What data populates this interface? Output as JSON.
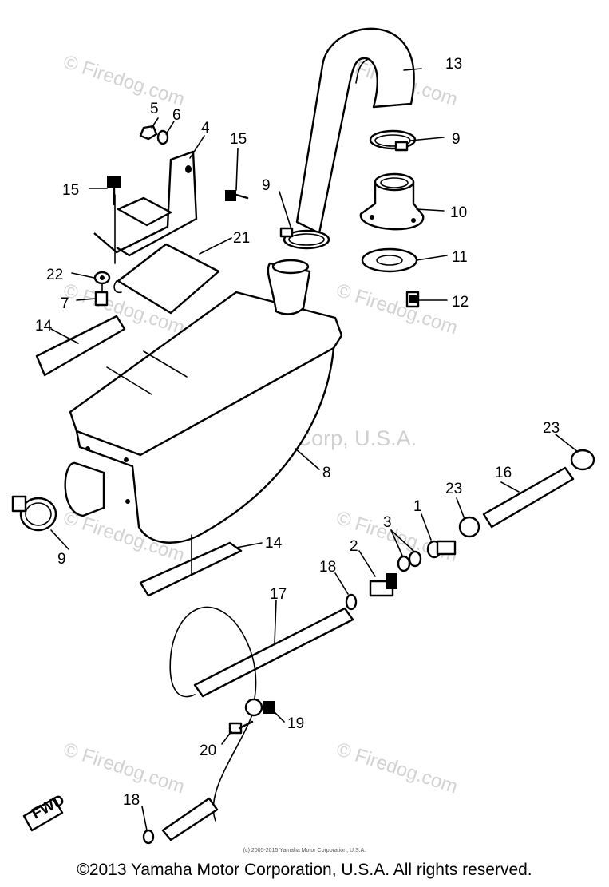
{
  "callouts": {
    "c1": "1",
    "c2": "2",
    "c3": "3",
    "c4": "4",
    "c5": "5",
    "c6": "6",
    "c7": "7",
    "c8": "8",
    "c9a": "9",
    "c9b": "9",
    "c9c": "9",
    "c10": "10",
    "c11": "11",
    "c12": "12",
    "c13": "13",
    "c14a": "14",
    "c14b": "14",
    "c15a": "15",
    "c15b": "15",
    "c16": "16",
    "c17": "17",
    "c18a": "18",
    "c18b": "18",
    "c19": "19",
    "c20": "20",
    "c21": "21",
    "c22": "22",
    "c23a": "23",
    "c23b": "23"
  },
  "watermark": {
    "site": "© Firedog.com",
    "maker": "Yamaha Motor Corp, U.S.A."
  },
  "fwd_badge": "FWD",
  "small_copyright": "(c) 2005-2015 Yamaha Motor Corporation, U.S.A.",
  "copyright": "©2013 Yamaha Motor Corporation, U.S.A. All rights reserved."
}
